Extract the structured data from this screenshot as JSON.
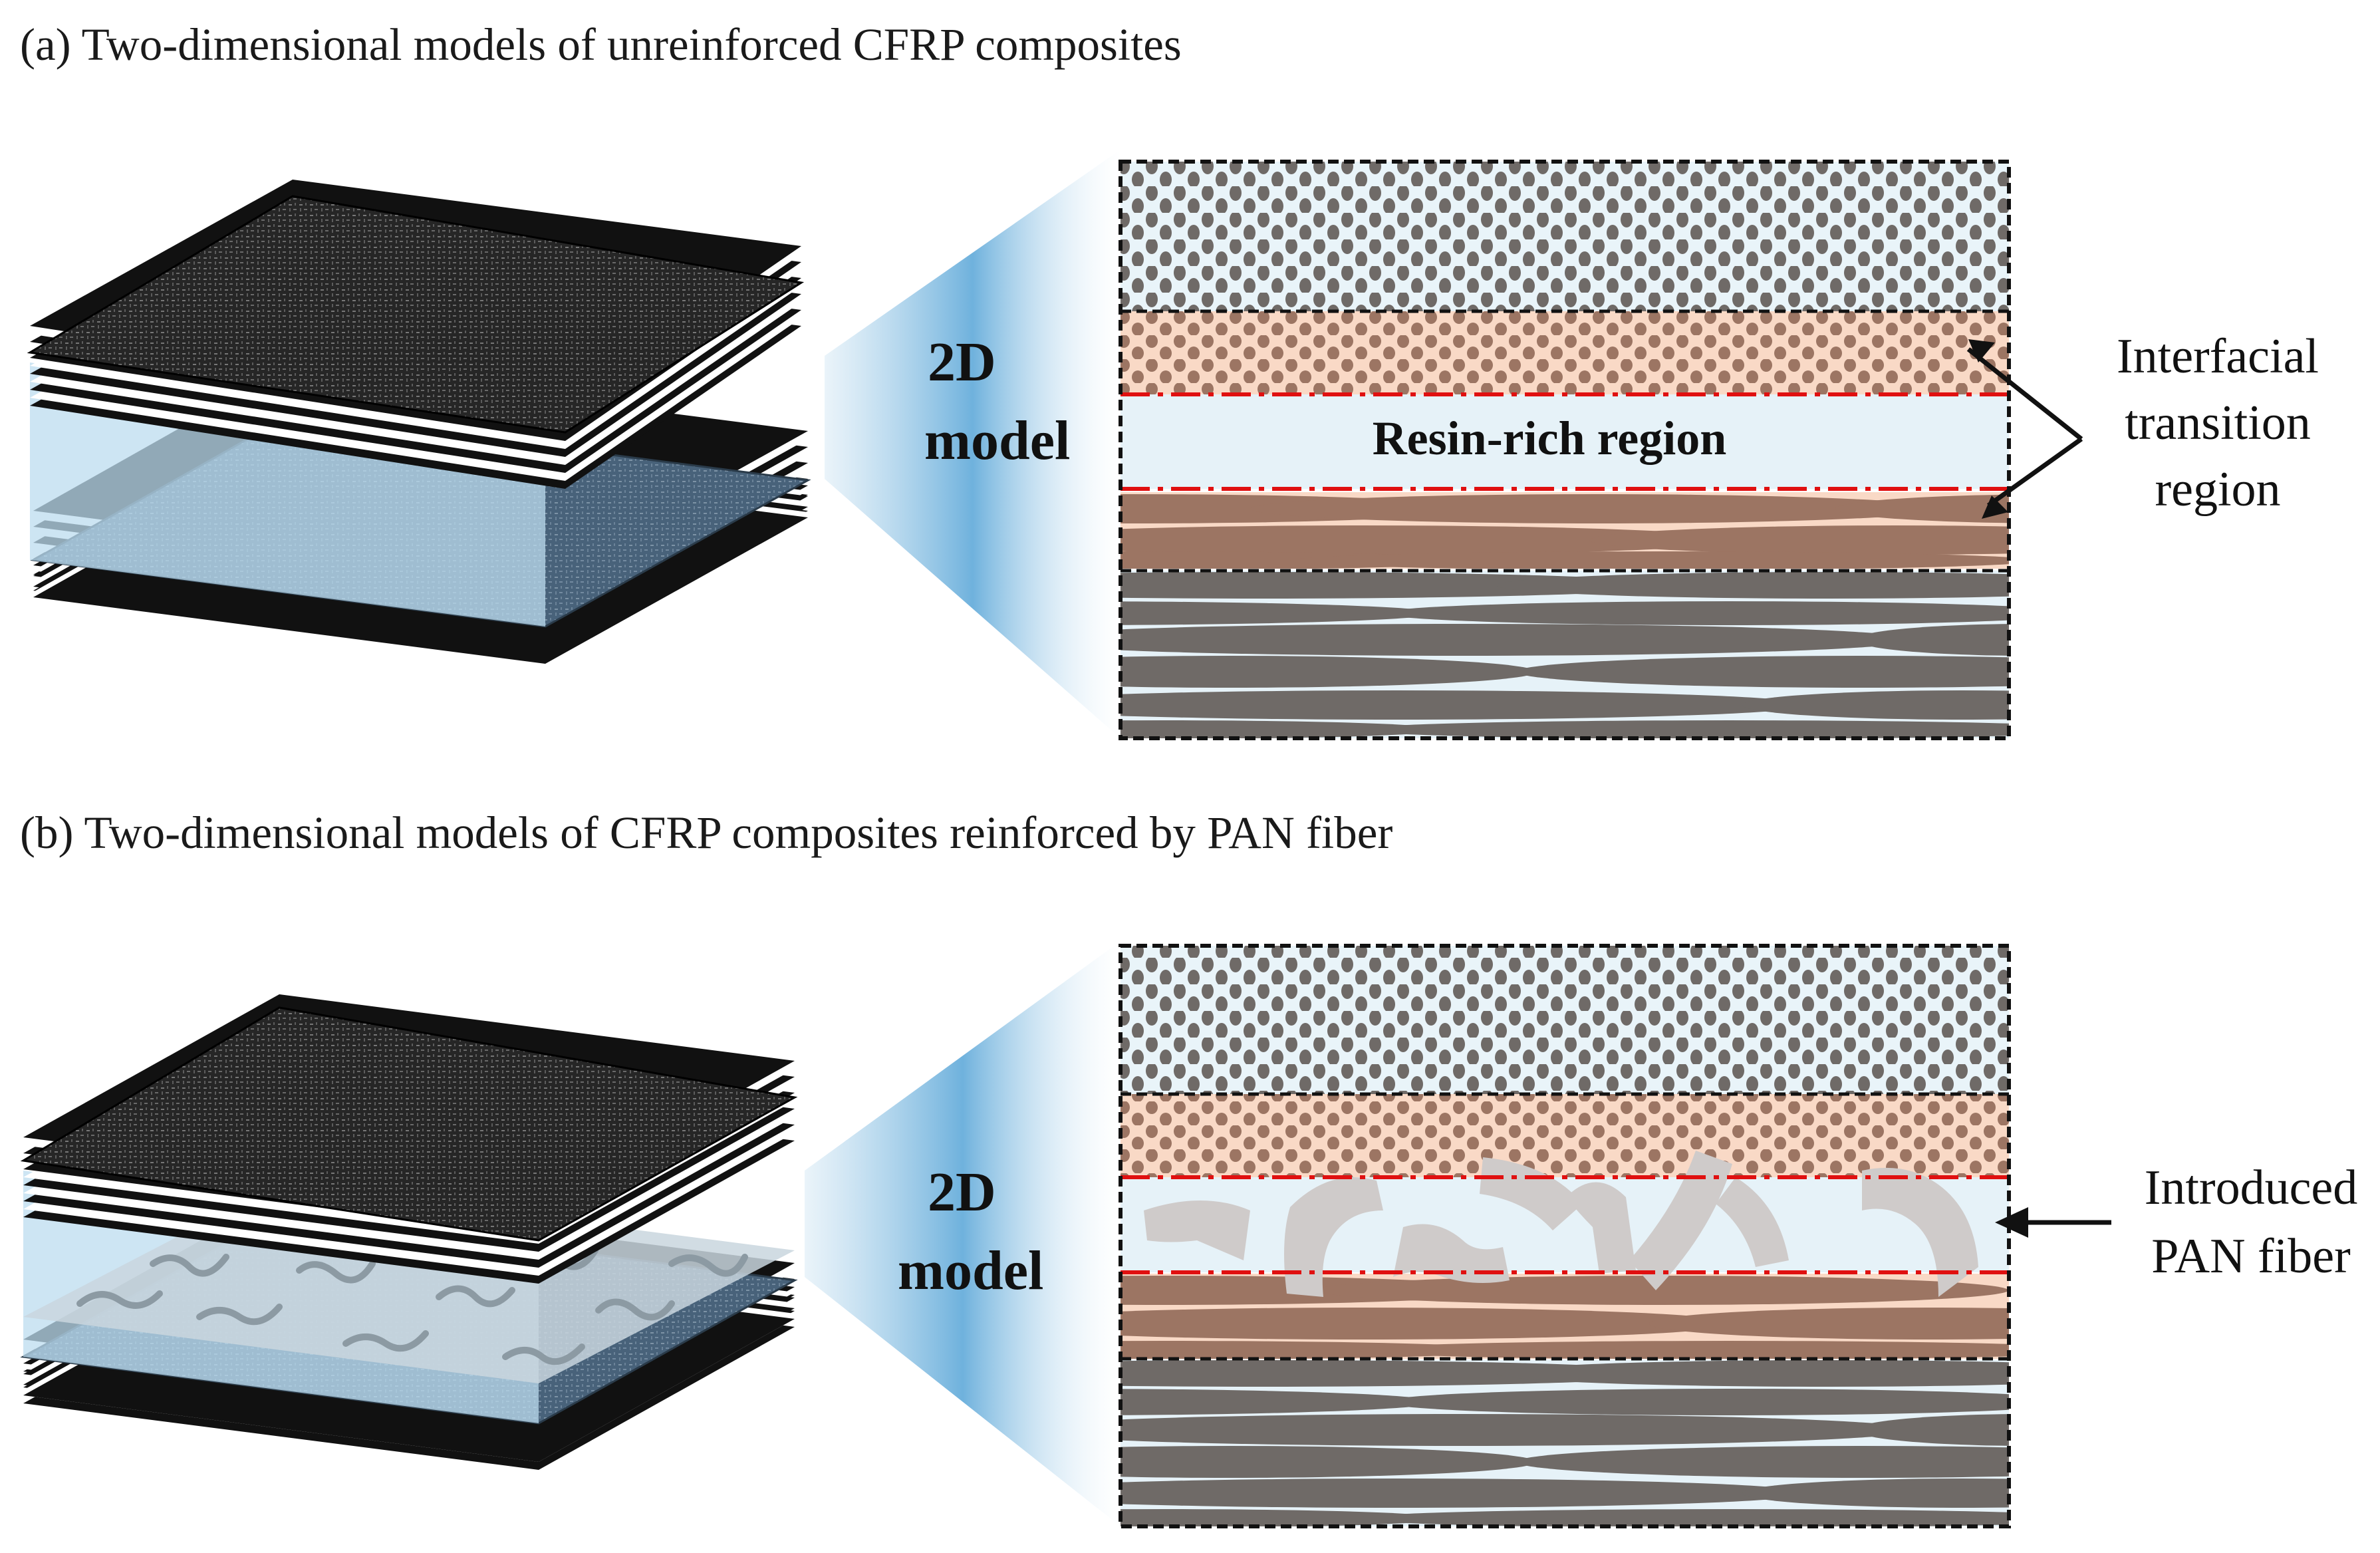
{
  "panel_a": {
    "title": "(a) Two-dimensional models of unreinforced CFRP composites",
    "model_label_line1": "2D",
    "model_label_line2": "model",
    "resin_label": "Resin-rich region",
    "annotation_line1": "Interfacial",
    "annotation_line2": "transition",
    "annotation_line3": "region"
  },
  "panel_b": {
    "title": "(b) Two-dimensional models of CFRP composites reinforced by PAN fiber",
    "model_label_line1": "2D",
    "model_label_line2": "model",
    "annotation_line1": "Introduced",
    "annotation_line2": "PAN fiber"
  },
  "colors": {
    "carbon_fiber": "#6f6a67",
    "resin": "#e6f2f8",
    "interfacial_fill": "#f9d9c6",
    "interfacial_fiber": "#9c7563",
    "pan_fiber": "#cfcbca",
    "boundary_dash": "#e01010",
    "laminate_top": "#2b2b2b",
    "laminate_bottom": "#4c6578",
    "projection_blue": "#8fc4e6"
  }
}
